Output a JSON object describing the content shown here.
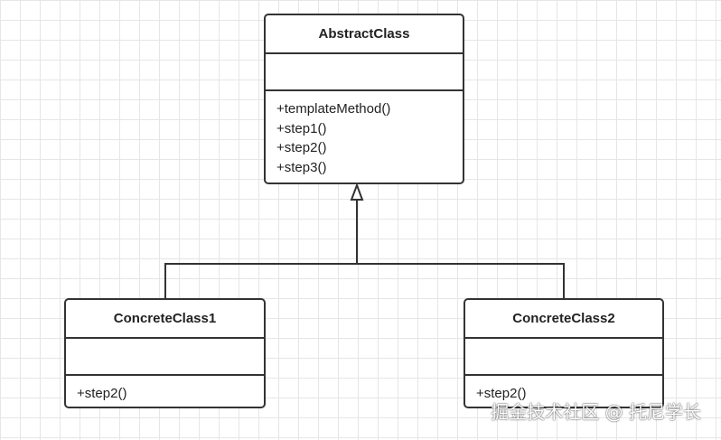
{
  "diagram": {
    "type": "uml-class-diagram",
    "classes": [
      {
        "id": "abstract",
        "name": "AbstractClass",
        "attributes": [],
        "operations": [
          "+templateMethod()",
          "+step1()",
          "+step2()",
          "+step3()"
        ]
      },
      {
        "id": "c1",
        "name": "ConcreteClass1",
        "attributes": [],
        "operations": [
          "+step2()"
        ]
      },
      {
        "id": "c2",
        "name": "ConcreteClass2",
        "attributes": [],
        "operations": [
          "+step2()"
        ]
      }
    ],
    "relationships": [
      {
        "type": "generalization",
        "from": "ConcreteClass1",
        "to": "AbstractClass"
      },
      {
        "type": "generalization",
        "from": "ConcreteClass2",
        "to": "AbstractClass"
      }
    ],
    "colors": {
      "stroke": "#333333",
      "grid": "#e6e6e6",
      "background": "#ffffff"
    }
  },
  "watermark": {
    "text": "掘金技术社区 @ 托尼学长"
  }
}
